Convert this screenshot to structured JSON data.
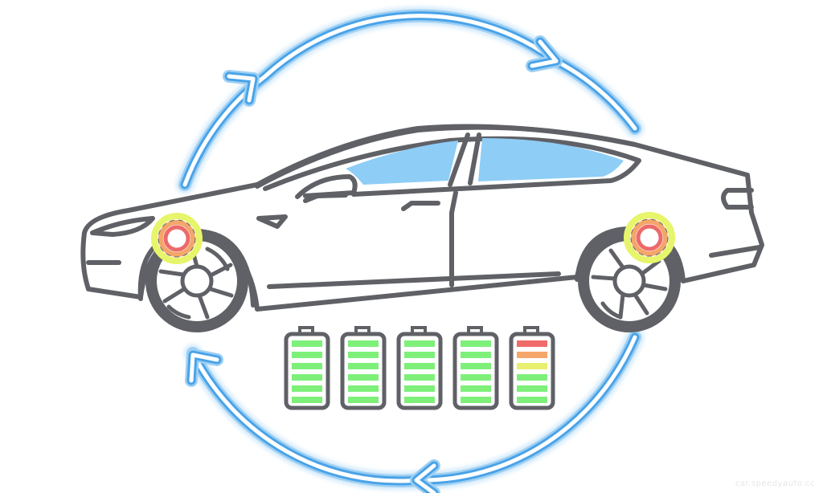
{
  "illustration": {
    "subject": "electric car regenerative braking",
    "cycle_arrows": {
      "count": 4,
      "color_outer": "#9fd0f3",
      "color_line": "#4aa3e8",
      "color_core": "#ffffff"
    },
    "car": {
      "outline_color": "#5f6166",
      "window_color": "#8ecdf6",
      "body_color": "#ffffff"
    },
    "wheel_highlights": [
      {
        "position": "front",
        "rings": [
          "#e6f56a",
          "#f4a66a",
          "#ec6a6a"
        ]
      },
      {
        "position": "rear",
        "rings": [
          "#e6f56a",
          "#f4a66a",
          "#ec6a6a"
        ]
      }
    ],
    "batteries": [
      {
        "bars": [
          "#7ef07a",
          "#7ef07a",
          "#7ef07a",
          "#7ef07a",
          "#7ef07a",
          "#7ef07a"
        ]
      },
      {
        "bars": [
          "#7ef07a",
          "#7ef07a",
          "#7ef07a",
          "#7ef07a",
          "#7ef07a",
          "#7ef07a"
        ]
      },
      {
        "bars": [
          "#7ef07a",
          "#7ef07a",
          "#7ef07a",
          "#7ef07a",
          "#7ef07a",
          "#7ef07a"
        ]
      },
      {
        "bars": [
          "#7ef07a",
          "#7ef07a",
          "#7ef07a",
          "#7ef07a",
          "#7ef07a",
          "#7ef07a"
        ]
      },
      {
        "bars": [
          "#f06a6a",
          "#f5a66a",
          "#e8f070",
          "#7ef07a",
          "#7ef07a",
          "#7ef07a"
        ]
      }
    ]
  },
  "watermark": "car.speedyauto.cc"
}
